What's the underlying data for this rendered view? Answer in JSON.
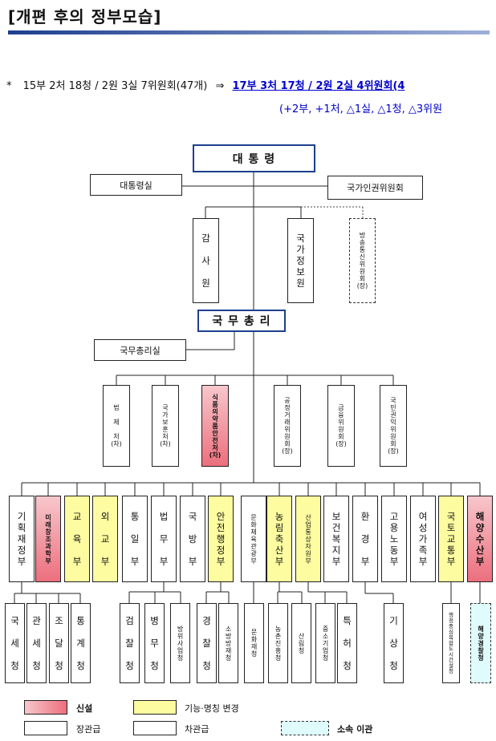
{
  "title": "[개편 후의 정부모습]",
  "summary": {
    "bullet": "*",
    "before": "15부 2처 18청 / 2원 3실 7위원회(47개)",
    "arrow": "⇒",
    "after": "17부 3처 17청 / 2원 2실 4위원회(4",
    "changes": "(+2부, +1처, △1실, △1청, △3위원"
  },
  "president": "대 통 령",
  "president_office": "대통령실",
  "human_rights": "국가인권위원회",
  "board_audit": "감\n\n사\n\n원",
  "nis": "국\n가\n정\n보\n원",
  "broadcasting": "방\n송\n통\n신\n위\n원\n회\n(장)",
  "pm": "국 무 총 리",
  "pm_office": "국무총리실",
  "ministries_l2": [
    {
      "label": "법\n\n제\n\n처\n(차)"
    },
    {
      "label": "국\n가\n보\n훈\n처\n(차)"
    },
    {
      "label": "식\n품\n의\n약\n품\n안\n전\n처\n(차)"
    },
    {
      "label": "공\n정\n거\n래\n위\n원\n회\n(장)"
    },
    {
      "label": "금\n융\n위\n원\n회\n(장)"
    },
    {
      "label": "국\n민\n권\n익\n위\n원\n회\n(장)"
    }
  ],
  "ministries": [
    {
      "label": "기\n획\n재\n정\n부"
    },
    {
      "label": "미\n래\n창\n조\n과\n학\n부"
    },
    {
      "label": "교\n\n육\n\n부"
    },
    {
      "label": "외\n\n교\n\n부"
    },
    {
      "label": "통\n\n일\n\n부"
    },
    {
      "label": "법\n\n무\n\n부"
    },
    {
      "label": "국\n\n방\n\n부"
    },
    {
      "label": "안\n전\n행\n정\n부"
    },
    {
      "label": "문\n화\n체\n육\n관\n광\n부"
    },
    {
      "label": "농\n림\n축\n산\n부"
    },
    {
      "label": "산\n업\n통\n상\n자\n원\n부"
    },
    {
      "label": "보\n건\n복\n지\n부"
    },
    {
      "label": "환\n\n경\n\n부"
    },
    {
      "label": "고\n용\n노\n동\n부"
    },
    {
      "label": "여\n성\n가\n족\n부"
    },
    {
      "label": "국\n토\n교\n통\n부"
    },
    {
      "label": "해\n양\n수\n산\n부"
    }
  ],
  "agencies": [
    {
      "label": "국\n\n세\n\n청"
    },
    {
      "label": "관\n\n세\n\n청"
    },
    {
      "label": "조\n\n달\n\n청"
    },
    {
      "label": "통\n\n계\n\n청"
    },
    {
      "label": "검\n\n찰\n\n청"
    },
    {
      "label": "병\n\n무\n\n청"
    },
    {
      "label": "방\n위\n사\n업\n청"
    },
    {
      "label": "경\n\n찰\n\n청"
    },
    {
      "label": "소\n방\n방\n재\n청"
    },
    {
      "label": "문\n화\n재\n청"
    },
    {
      "label": "농\n촌\n진\n흥\n청"
    },
    {
      "label": "산\n림\n청"
    },
    {
      "label": "중\n소\n기\n업\n청"
    },
    {
      "label": "특\n\n허\n\n청"
    },
    {
      "label": "기\n\n상\n\n청"
    },
    {
      "label": "행\n정\n중\n심\n복\n합\n도\n시\n건\n설\n청"
    },
    {
      "label": "해\n양\n경\n찰\n청"
    }
  ],
  "legend": {
    "new": "신설",
    "changed": "기능·명칭 변경",
    "minister": "장관급",
    "vice": "차관급",
    "transfer": "소속 이관"
  },
  "colors": {
    "new": "#ec6f7d",
    "changed": "#fdfca0",
    "transfer": "#dffbfb",
    "title_bar": "#1d3f8f",
    "highlight_text": "#0000cc"
  }
}
